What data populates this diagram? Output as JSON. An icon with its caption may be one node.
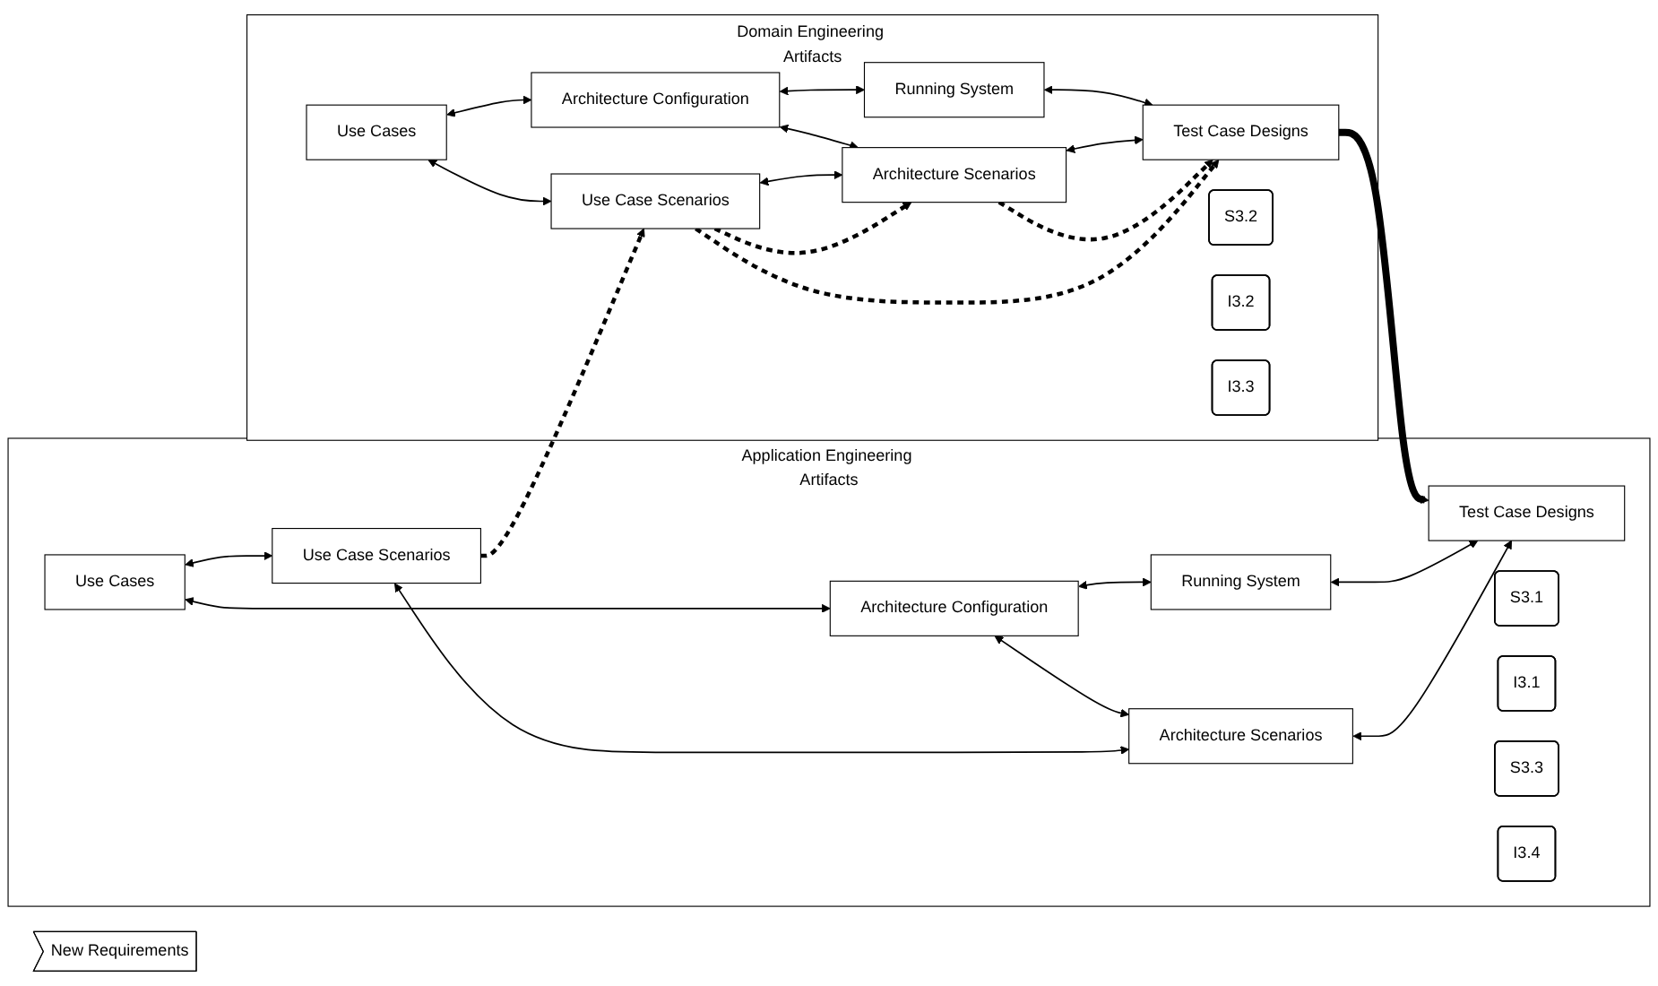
{
  "diagram": {
    "nodes": [
      {
        "text": [
          "Domain Engineering Artifacts"
        ]
      },
      {
        "text": [
          "Use Cases"
        ],
        "in": 0
      },
      {
        "text": [
          "Architecture Configuration"
        ],
        "in": 0
      },
      {
        "text": [
          "Running System"
        ],
        "in": 0
      },
      {
        "text": [
          "Use Case Scenarios"
        ],
        "in": 0
      },
      {
        "text": [
          "Architecture Scenarios"
        ],
        "in": 0
      },
      {
        "text": [
          "Test Case Designs"
        ],
        "in": 0
      },
      {
        "text": [
          "S3.2"
        ],
        "in": 0
      },
      {
        "text": [
          "I3.2"
        ],
        "in": 0
      },
      {
        "text": [
          "I3.3"
        ],
        "in": 0
      },
      {
        "text": [
          "Application Engineering Artifacts"
        ]
      },
      {
        "text": [
          "Use Cases"
        ],
        "in": 10
      },
      {
        "text": [
          "Architecture Configuration"
        ],
        "in": 10
      },
      {
        "text": [
          "Running System"
        ],
        "in": 10
      },
      {
        "text": [
          "Use Case Scenarios"
        ],
        "in": 10
      },
      {
        "text": [
          "Architecture Scenarios"
        ],
        "in": 10
      },
      {
        "text": [
          "Test Case Designs"
        ],
        "in": 10
      },
      {
        "text": [
          "S3.1"
        ],
        "in": 10
      },
      {
        "text": [
          "I3.1"
        ],
        "in": 10
      },
      {
        "text": [
          "S3.3"
        ],
        "in": 10
      },
      {
        "text": [
          "I3.4"
        ],
        "in": 10
      },
      {
        "text": [
          "New Requirements"
        ]
      }
    ],
    "edges": [
      {
        "from": 1,
        "to": 2,
        "arrow": "both"
      },
      {
        "from": 2,
        "to": 3,
        "arrow": "both"
      },
      {
        "from": 1,
        "to": 4,
        "arrow": "both"
      },
      {
        "from": 2,
        "to": 5,
        "arrow": "both"
      },
      {
        "from": 3,
        "to": 6,
        "arrow": "both"
      },
      {
        "from": 4,
        "to": 5,
        "arrow": "both"
      },
      {
        "from": 5,
        "to": 6,
        "arrow": "both"
      },
      {
        "from": 4,
        "to": 5,
        "arrow": "to",
        "style": "dashed"
      },
      {
        "from": 5,
        "to": 6,
        "arrow": "to",
        "style": "dashed"
      },
      {
        "from": 4,
        "to": 6,
        "arrow": "to",
        "style": "dashed"
      },
      {
        "from": 6,
        "to": 16,
        "arrow": "to",
        "style": "thick"
      },
      {
        "from": 14,
        "to": 4,
        "arrow": "to",
        "style": "dashed"
      },
      {
        "from": 11,
        "to": 12,
        "arrow": "both"
      },
      {
        "from": 12,
        "to": 13,
        "arrow": "both"
      },
      {
        "from": 11,
        "to": 14,
        "arrow": "both"
      },
      {
        "from": 12,
        "to": 15,
        "arrow": "both"
      },
      {
        "from": 13,
        "to": 16,
        "arrow": "both"
      },
      {
        "from": 14,
        "to": 15,
        "arrow": "both"
      },
      {
        "from": 15,
        "to": 16,
        "arrow": "both"
      }
    ]
  }
}
